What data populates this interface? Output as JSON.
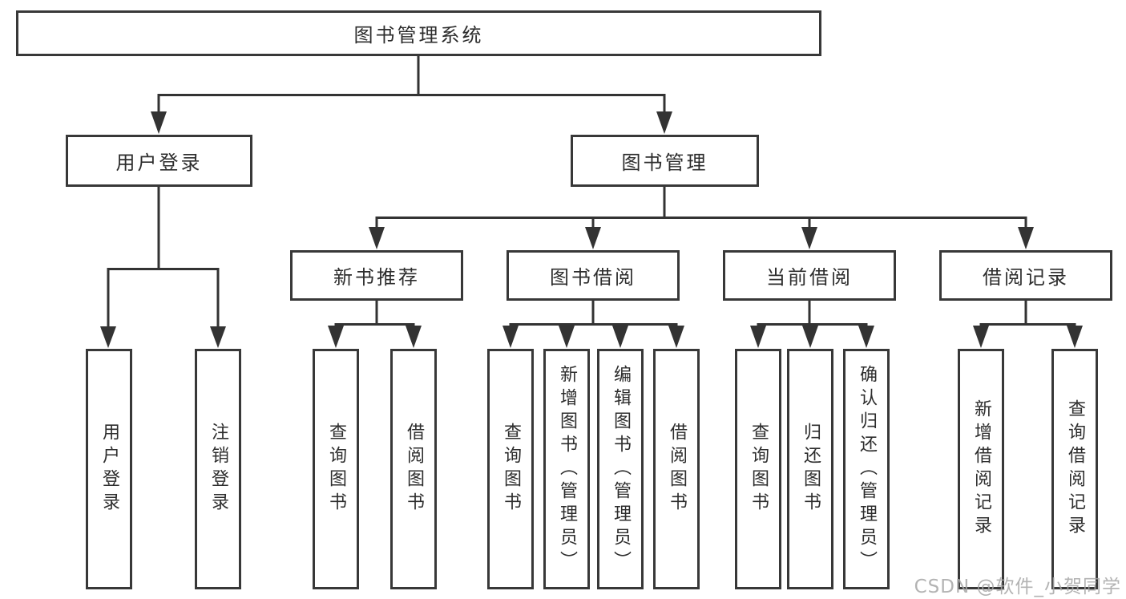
{
  "diagram": {
    "watermark": "CSDN @软件_小贺同学",
    "colors": {
      "line": "#333333",
      "box_border": "#383838",
      "text": "#2d2d2d",
      "watermark": "#a6a6a6",
      "background": "#ffffff"
    },
    "nodes": {
      "root": "图书管理系统",
      "user_login": "用户登录",
      "book_management": "图书管理",
      "new_book_recommend": "新书推荐",
      "book_borrow": "图书借阅",
      "current_borrow": "当前借阅",
      "borrow_records": "借阅记录",
      "leaf_user_login": "用户登录",
      "leaf_logout": "注销登录",
      "rec_query_book": "查询图书",
      "rec_borrow_book": "借阅图书",
      "bb_query_book": "查询图书",
      "bb_add_book": "新增图书（管理员）",
      "bb_edit_book": "编辑图书（管理员）",
      "bb_borrow_book": "借阅图书",
      "cb_query_book": "查询图书",
      "cb_return_book": "归还图书",
      "cb_confirm_return": "确认归还（管理员）",
      "br_add_record": "新增借阅记录",
      "br_query_record": "查询借阅记录"
    },
    "tree": {
      "root": "图书管理系统",
      "children": [
        {
          "label": "用户登录",
          "children": [
            "用户登录",
            "注销登录"
          ]
        },
        {
          "label": "图书管理",
          "children": [
            {
              "label": "新书推荐",
              "children": [
                "查询图书",
                "借阅图书"
              ]
            },
            {
              "label": "图书借阅",
              "children": [
                "查询图书",
                "新增图书（管理员）",
                "编辑图书（管理员）",
                "借阅图书"
              ]
            },
            {
              "label": "当前借阅",
              "children": [
                "查询图书",
                "归还图书",
                "确认归还（管理员）"
              ]
            },
            {
              "label": "借阅记录",
              "children": [
                "新增借阅记录",
                "查询借阅记录"
              ]
            }
          ]
        }
      ]
    }
  }
}
